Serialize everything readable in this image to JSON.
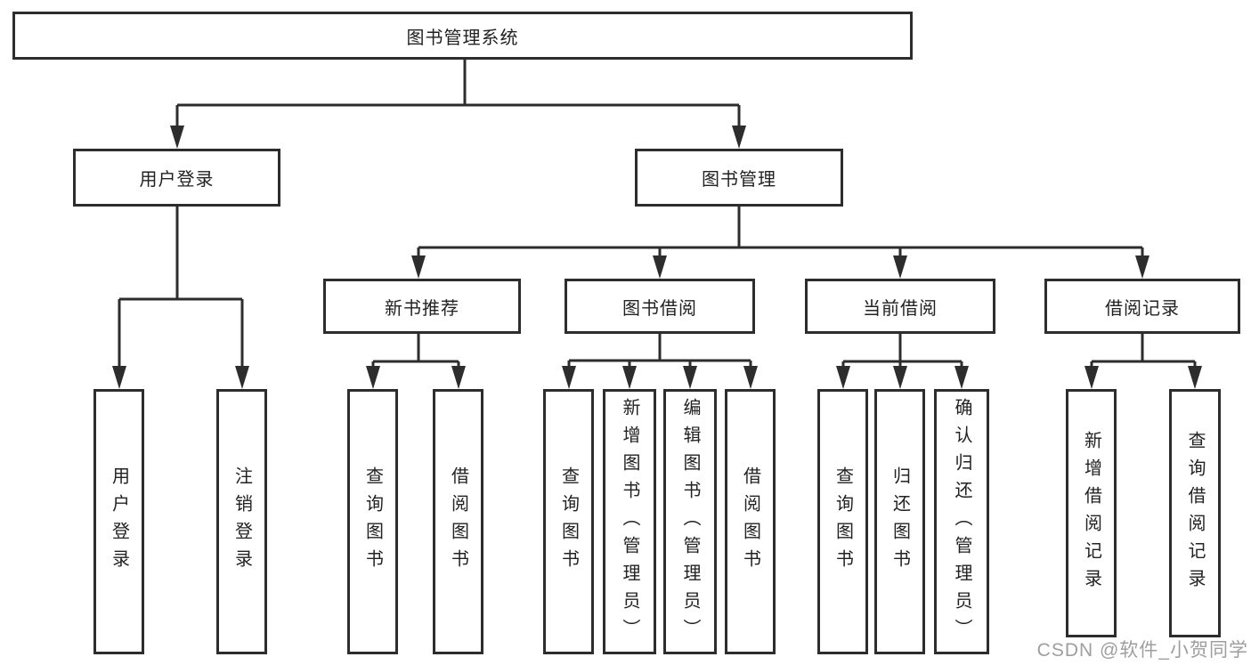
{
  "tree": {
    "root_label": "图书管理系统",
    "branches": [
      {
        "label": "用户登录",
        "children": [
          {
            "label": "用户登录"
          },
          {
            "label": "注销登录"
          }
        ]
      },
      {
        "label": "图书管理",
        "sections": [
          {
            "label": "新书推荐",
            "children": [
              {
                "label": "查询图书"
              },
              {
                "label": "借阅图书"
              }
            ]
          },
          {
            "label": "图书借阅",
            "children": [
              {
                "label": "查询图书"
              },
              {
                "label": "新增图书（管理员）"
              },
              {
                "label": "编辑图书（管理员）"
              },
              {
                "label": "借阅图书"
              }
            ]
          },
          {
            "label": "当前借阅",
            "children": [
              {
                "label": "查询图书"
              },
              {
                "label": "归还图书"
              },
              {
                "label": "确认归还（管理员）"
              }
            ]
          },
          {
            "label": "借阅记录",
            "children": [
              {
                "label": "新增借阅记录"
              },
              {
                "label": "查询借阅记录"
              }
            ]
          }
        ]
      }
    ]
  },
  "watermark": {
    "text": "CSDN @软件_小贺同学"
  },
  "colors": {
    "line": "#2d2d2d",
    "box_border": "#2d2d2d",
    "text": "#222222",
    "background": "#ffffff",
    "watermark": "#9e9e9e"
  }
}
